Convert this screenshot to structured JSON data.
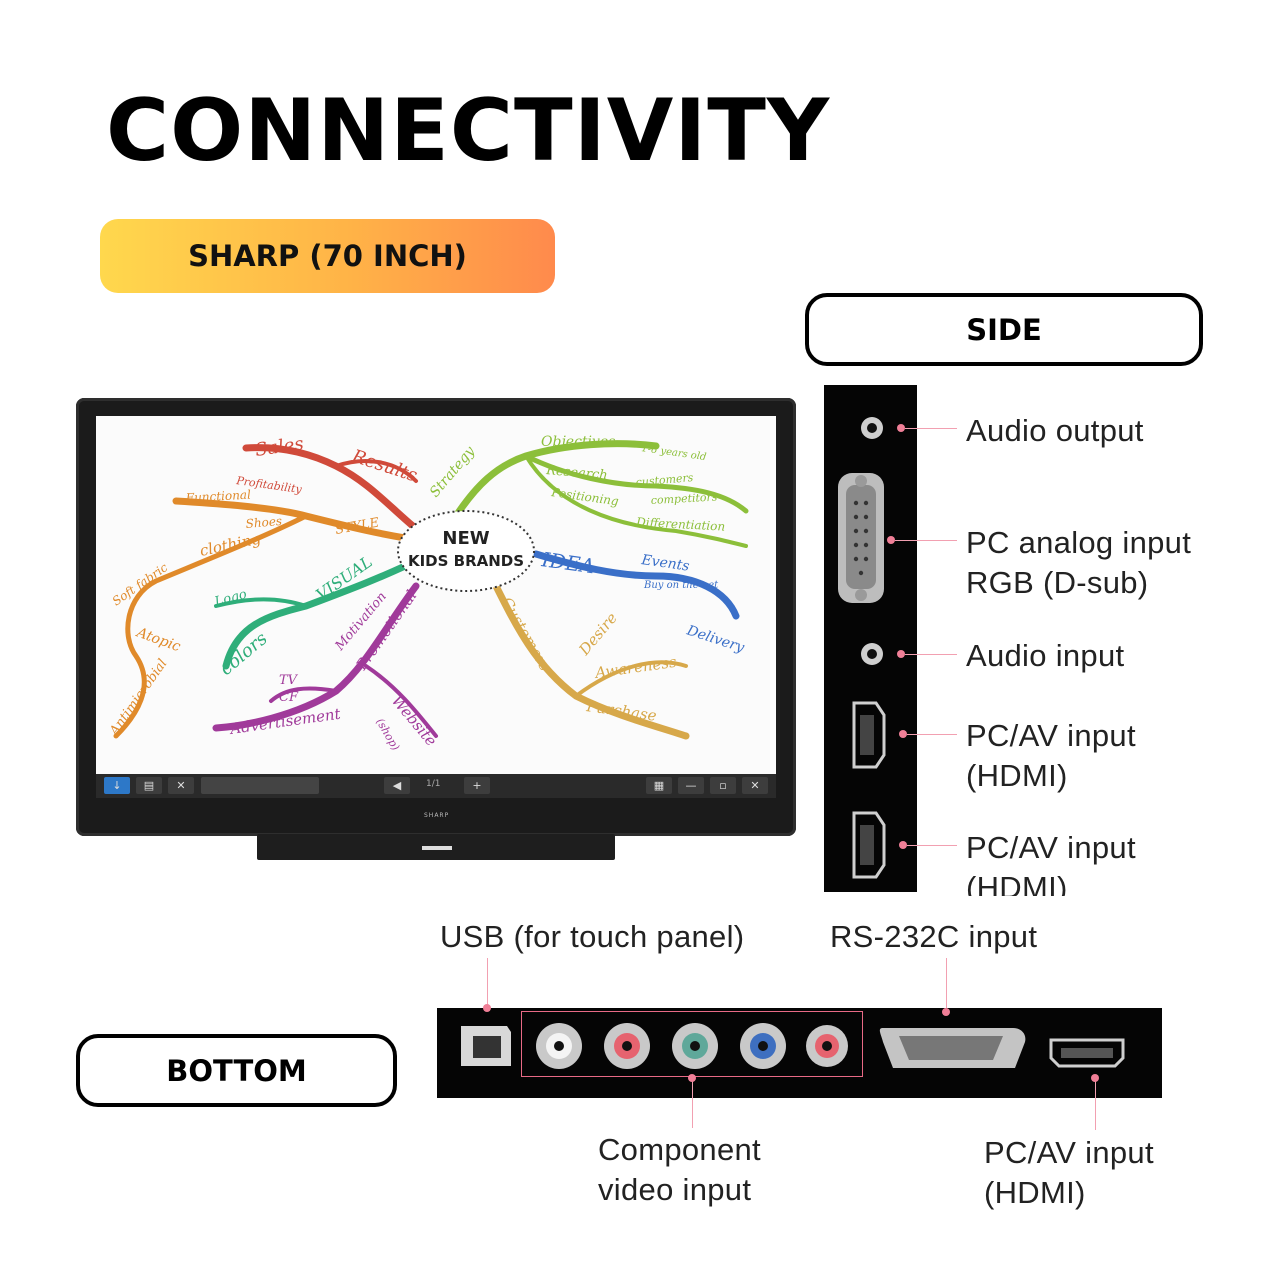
{
  "title": "CONNECTIVITY",
  "model": "SHARP (70 INCH)",
  "views": {
    "side": "SIDE",
    "bottom": "BOTTOM"
  },
  "side_connectors": [
    {
      "label": "Audio output"
    },
    {
      "label": "PC analog input",
      "label2": "RGB (D-sub)"
    },
    {
      "label": "Audio input"
    },
    {
      "label": "PC/AV input",
      "label2": "(HDMI)"
    },
    {
      "label": "PC/AV input",
      "label2": "(HDMI)"
    }
  ],
  "bottom_connectors": {
    "usb": "USB (for touch panel)",
    "rs232": "RS-232C input",
    "component_1": "Component",
    "component_2": "video input",
    "hdmi_1": "PC/AV input",
    "hdmi_2": "(HDMI)"
  },
  "monitor": {
    "brand": "SHARP",
    "page_indicator": "1/1",
    "mindmap": {
      "center_1": "NEW",
      "center_2": "KIDS BRANDS",
      "words": [
        {
          "t": "Sales",
          "c": "#d04a3a"
        },
        {
          "t": "Results",
          "c": "#d04a3a"
        },
        {
          "t": "Profitability",
          "c": "#d04a3a"
        },
        {
          "t": "Functional",
          "c": "#e08a2a"
        },
        {
          "t": "Shoes",
          "c": "#e08a2a"
        },
        {
          "t": "STYLE",
          "c": "#e08a2a"
        },
        {
          "t": "clothing",
          "c": "#e08a2a"
        },
        {
          "t": "Soft fabric",
          "c": "#e08a2a"
        },
        {
          "t": "Atopic",
          "c": "#e08a2a"
        },
        {
          "t": "Antimicrobial",
          "c": "#e08a2a"
        },
        {
          "t": "Logo",
          "c": "#2fae7a"
        },
        {
          "t": "VISUAL",
          "c": "#2fae7a"
        },
        {
          "t": "colors",
          "c": "#2fae7a"
        },
        {
          "t": "Strategy",
          "c": "#8cbf3a"
        },
        {
          "t": "Objectives",
          "c": "#8cbf3a"
        },
        {
          "t": "1-6 years old",
          "c": "#8cbf3a"
        },
        {
          "t": "Research",
          "c": "#8cbf3a"
        },
        {
          "t": "customers",
          "c": "#8cbf3a"
        },
        {
          "t": "Positioning",
          "c": "#8cbf3a"
        },
        {
          "t": "competitors",
          "c": "#8cbf3a"
        },
        {
          "t": "Differentiation",
          "c": "#8cbf3a"
        },
        {
          "t": "IDEA",
          "c": "#3a6fc8"
        },
        {
          "t": "Events",
          "c": "#3a6fc8"
        },
        {
          "t": "Buy on the net",
          "c": "#3a6fc8"
        },
        {
          "t": "Delivery",
          "c": "#3a6fc8"
        },
        {
          "t": "Customers",
          "c": "#d7a84a"
        },
        {
          "t": "Desire",
          "c": "#d7a84a"
        },
        {
          "t": "Awareness",
          "c": "#d7a84a"
        },
        {
          "t": "Purchase",
          "c": "#d7a84a"
        },
        {
          "t": "Motivation",
          "c": "#a03a9a"
        },
        {
          "t": "Promotional",
          "c": "#a03a9a"
        },
        {
          "t": "TV",
          "c": "#a03a9a"
        },
        {
          "t": "CF",
          "c": "#a03a9a"
        },
        {
          "t": "Advertisement",
          "c": "#a03a9a"
        },
        {
          "t": "Website",
          "c": "#a03a9a"
        },
        {
          "t": "(shop)",
          "c": "#a03a9a"
        }
      ]
    }
  },
  "colors": {
    "pill_start": "#ffd84d",
    "pill_end": "#ff8a4c",
    "leader": "#f2a0b1",
    "dot": "#f07f97"
  }
}
